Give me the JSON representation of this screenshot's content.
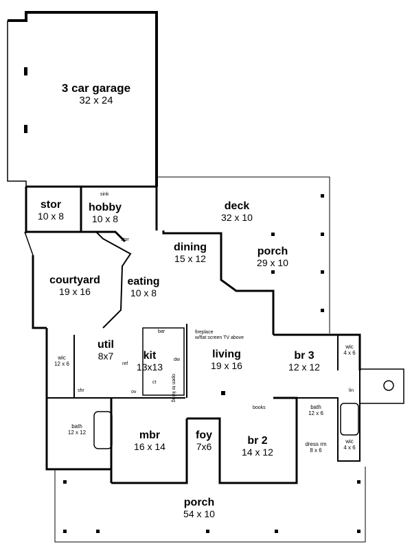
{
  "rooms": {
    "garage": {
      "name": "3 car garage",
      "dims": "32 x 24"
    },
    "stor": {
      "name": "stor",
      "dims": "10 x 8"
    },
    "hobby": {
      "name": "hobby",
      "dims": "10 x 8"
    },
    "deck": {
      "name": "deck",
      "dims": "32 x 10"
    },
    "dining": {
      "name": "dining",
      "dims": "15 x 12"
    },
    "porch_rear": {
      "name": "porch",
      "dims": "29 x 10"
    },
    "courtyard": {
      "name": "courtyard",
      "dims": "19 x 16"
    },
    "eating": {
      "name": "eating",
      "dims": "10 x 8"
    },
    "util": {
      "name": "util",
      "dims": "8x7"
    },
    "kit": {
      "name": "kit",
      "dims": "13x13"
    },
    "living": {
      "name": "living",
      "dims": "19 x 16"
    },
    "br3": {
      "name": "br 3",
      "dims": "12 x 12"
    },
    "mbr": {
      "name": "mbr",
      "dims": "16 x 14"
    },
    "foy": {
      "name": "foy",
      "dims": "7x6"
    },
    "br2": {
      "name": "br 2",
      "dims": "14 x 12"
    },
    "porch_front": {
      "name": "porch",
      "dims": "54 x 10"
    },
    "wic_left": {
      "name": "wic",
      "dims": "12 x 6"
    },
    "bath_master": {
      "name": "bath",
      "dims": "12 x 12"
    },
    "wic_br3": {
      "name": "wic",
      "dims": "4 x 6"
    },
    "bath_shared": {
      "name": "bath",
      "dims": "12 x 6"
    },
    "wic_br2": {
      "name": "wic",
      "dims": "4 x 6"
    },
    "dress_rm": {
      "name": "dress rm",
      "dims": "8 x 6"
    }
  },
  "notes": {
    "sink": "sink",
    "stor_small": "stor",
    "bar": "bar",
    "fireplace_1": "fireplace",
    "fireplace_2": "w/flat screen TV above",
    "open_to_living": "open to living",
    "ref": "ref",
    "dw": "dw",
    "ct": "ct",
    "ov": "ov",
    "shr": "shr",
    "books": "books",
    "lin": "lin"
  }
}
